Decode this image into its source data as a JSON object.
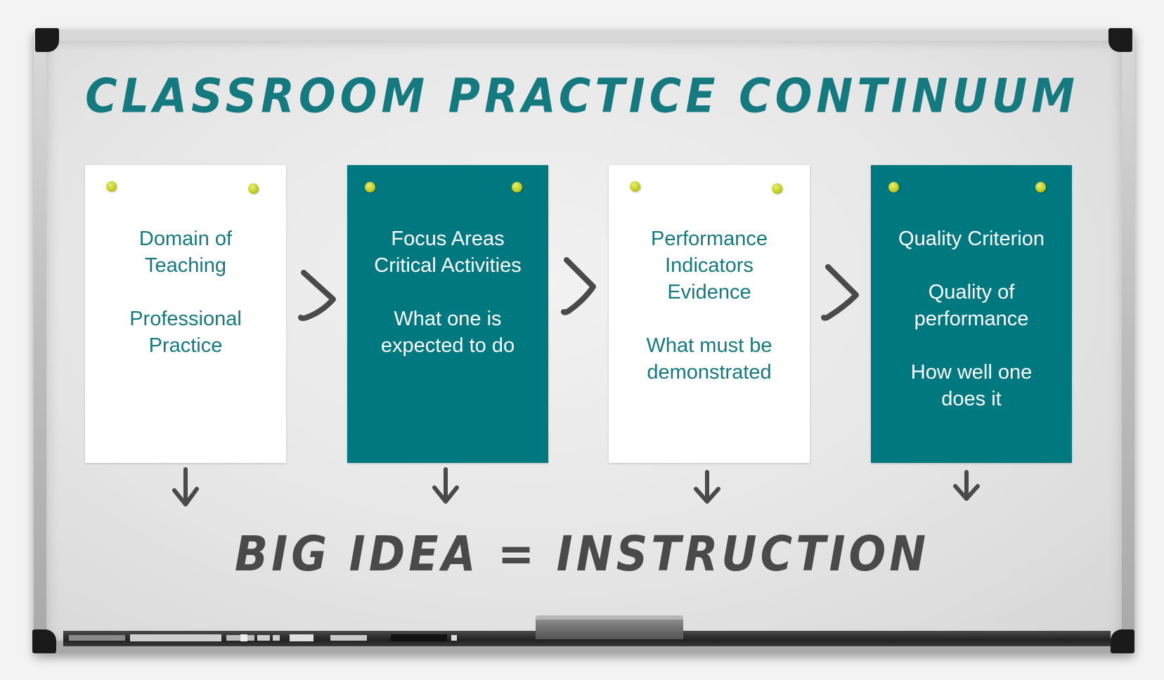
{
  "title": "CLASSROOM PRACTICE CONTINUUM",
  "cards": [
    {
      "style": "light",
      "lines": [
        "Domain of",
        "Teaching",
        "",
        "Professional",
        "Practice"
      ]
    },
    {
      "style": "dark",
      "lines": [
        "Focus Areas",
        "Critical Activities",
        "",
        "What one is",
        "expected to do"
      ]
    },
    {
      "style": "light",
      "lines": [
        "Performance",
        "Indicators",
        "Evidence",
        "",
        "What must be",
        "demonstrated"
      ]
    },
    {
      "style": "dark",
      "lines": [
        "Quality Criterion",
        "",
        "Quality of",
        "performance",
        "",
        "How well one",
        "does it"
      ]
    }
  ],
  "bottom_text": "BIG IDEA = INSTRUCTION",
  "colors": {
    "teal": "#00787f",
    "title_teal": "#157a80",
    "marker_gray": "#4a4a4a",
    "pin_yellow": "#c3cf20",
    "card_white": "#ffffff"
  },
  "icons": [
    "chevron-right-icon",
    "arrow-down-icon",
    "pushpin-icon"
  ]
}
